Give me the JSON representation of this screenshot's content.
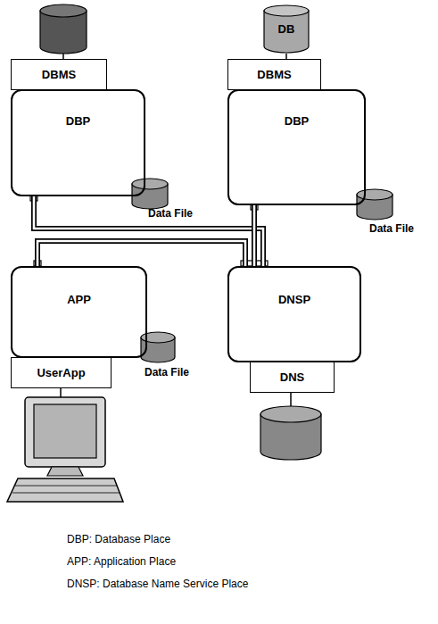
{
  "diagram": {
    "nodes": [
      {
        "text": [
          "DB"
        ]
      },
      {
        "text": [
          "DBMS"
        ]
      },
      {
        "text": [
          "DBMS"
        ]
      },
      {
        "text": [
          "DBP"
        ]
      },
      {
        "text": [
          "DBP"
        ]
      },
      {
        "text": [
          "APP"
        ]
      },
      {
        "text": [
          "DNSP"
        ]
      },
      {
        "text": [
          "UserApp"
        ]
      },
      {
        "text": [
          "DNS"
        ]
      }
    ],
    "edges": [
      {
        "from": 0,
        "to": 2,
        "arrow": "none"
      },
      {
        "from": 3,
        "to": 6,
        "arrow": "none"
      },
      {
        "from": 5,
        "to": 6,
        "arrow": "none"
      },
      {
        "from": 4,
        "to": 6,
        "arrow": "none"
      }
    ],
    "labels": [
      "Data File",
      "Data File",
      "Data File",
      "DBP: Database Place",
      "APP: Application Place",
      "DNSP: Database Name Service Place"
    ]
  }
}
